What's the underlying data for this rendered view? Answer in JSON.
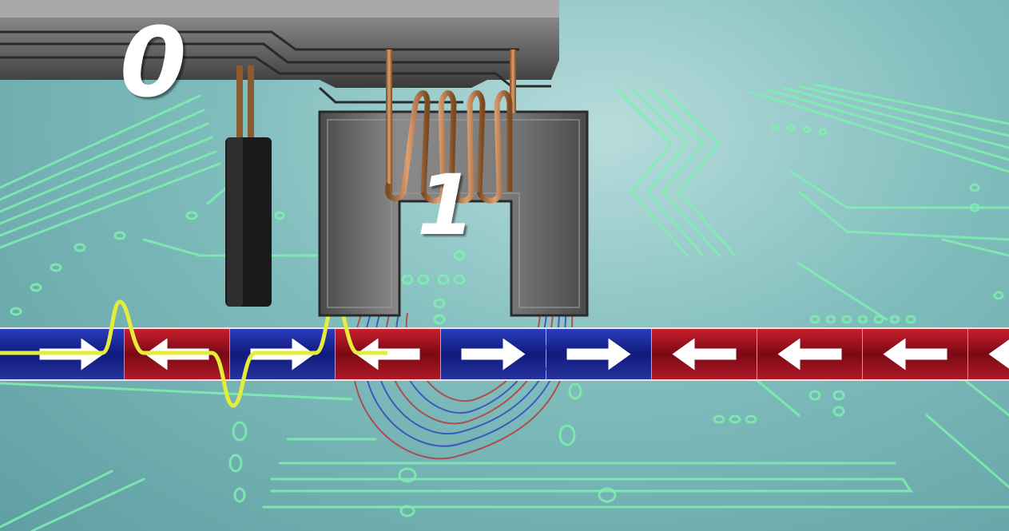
{
  "labels": {
    "left_digit": "0",
    "right_digit": "1"
  },
  "track": {
    "cells": [
      {
        "direction": "right",
        "color": "blue"
      },
      {
        "direction": "left",
        "color": "red"
      },
      {
        "direction": "right",
        "color": "blue"
      },
      {
        "direction": "left",
        "color": "red"
      },
      {
        "direction": "right",
        "color": "blue"
      },
      {
        "direction": "right",
        "color": "blue"
      },
      {
        "direction": "left",
        "color": "red"
      },
      {
        "direction": "left",
        "color": "red"
      },
      {
        "direction": "left",
        "color": "red"
      },
      {
        "direction": "left",
        "color": "red"
      }
    ]
  },
  "colors": {
    "background": "#7fbcbc",
    "circuit_trace": "#7ff0b0",
    "head_metal": "#6d6d6d",
    "coil": "#c0875a",
    "blue_cell": "#1a2a9a",
    "red_cell": "#a01020",
    "arrow": "#ffffff",
    "read_signal": "#e4ee3a"
  },
  "icons": {
    "right_cell_icon": "arrow-right-icon",
    "left_cell_icon": "arrow-left-icon"
  }
}
